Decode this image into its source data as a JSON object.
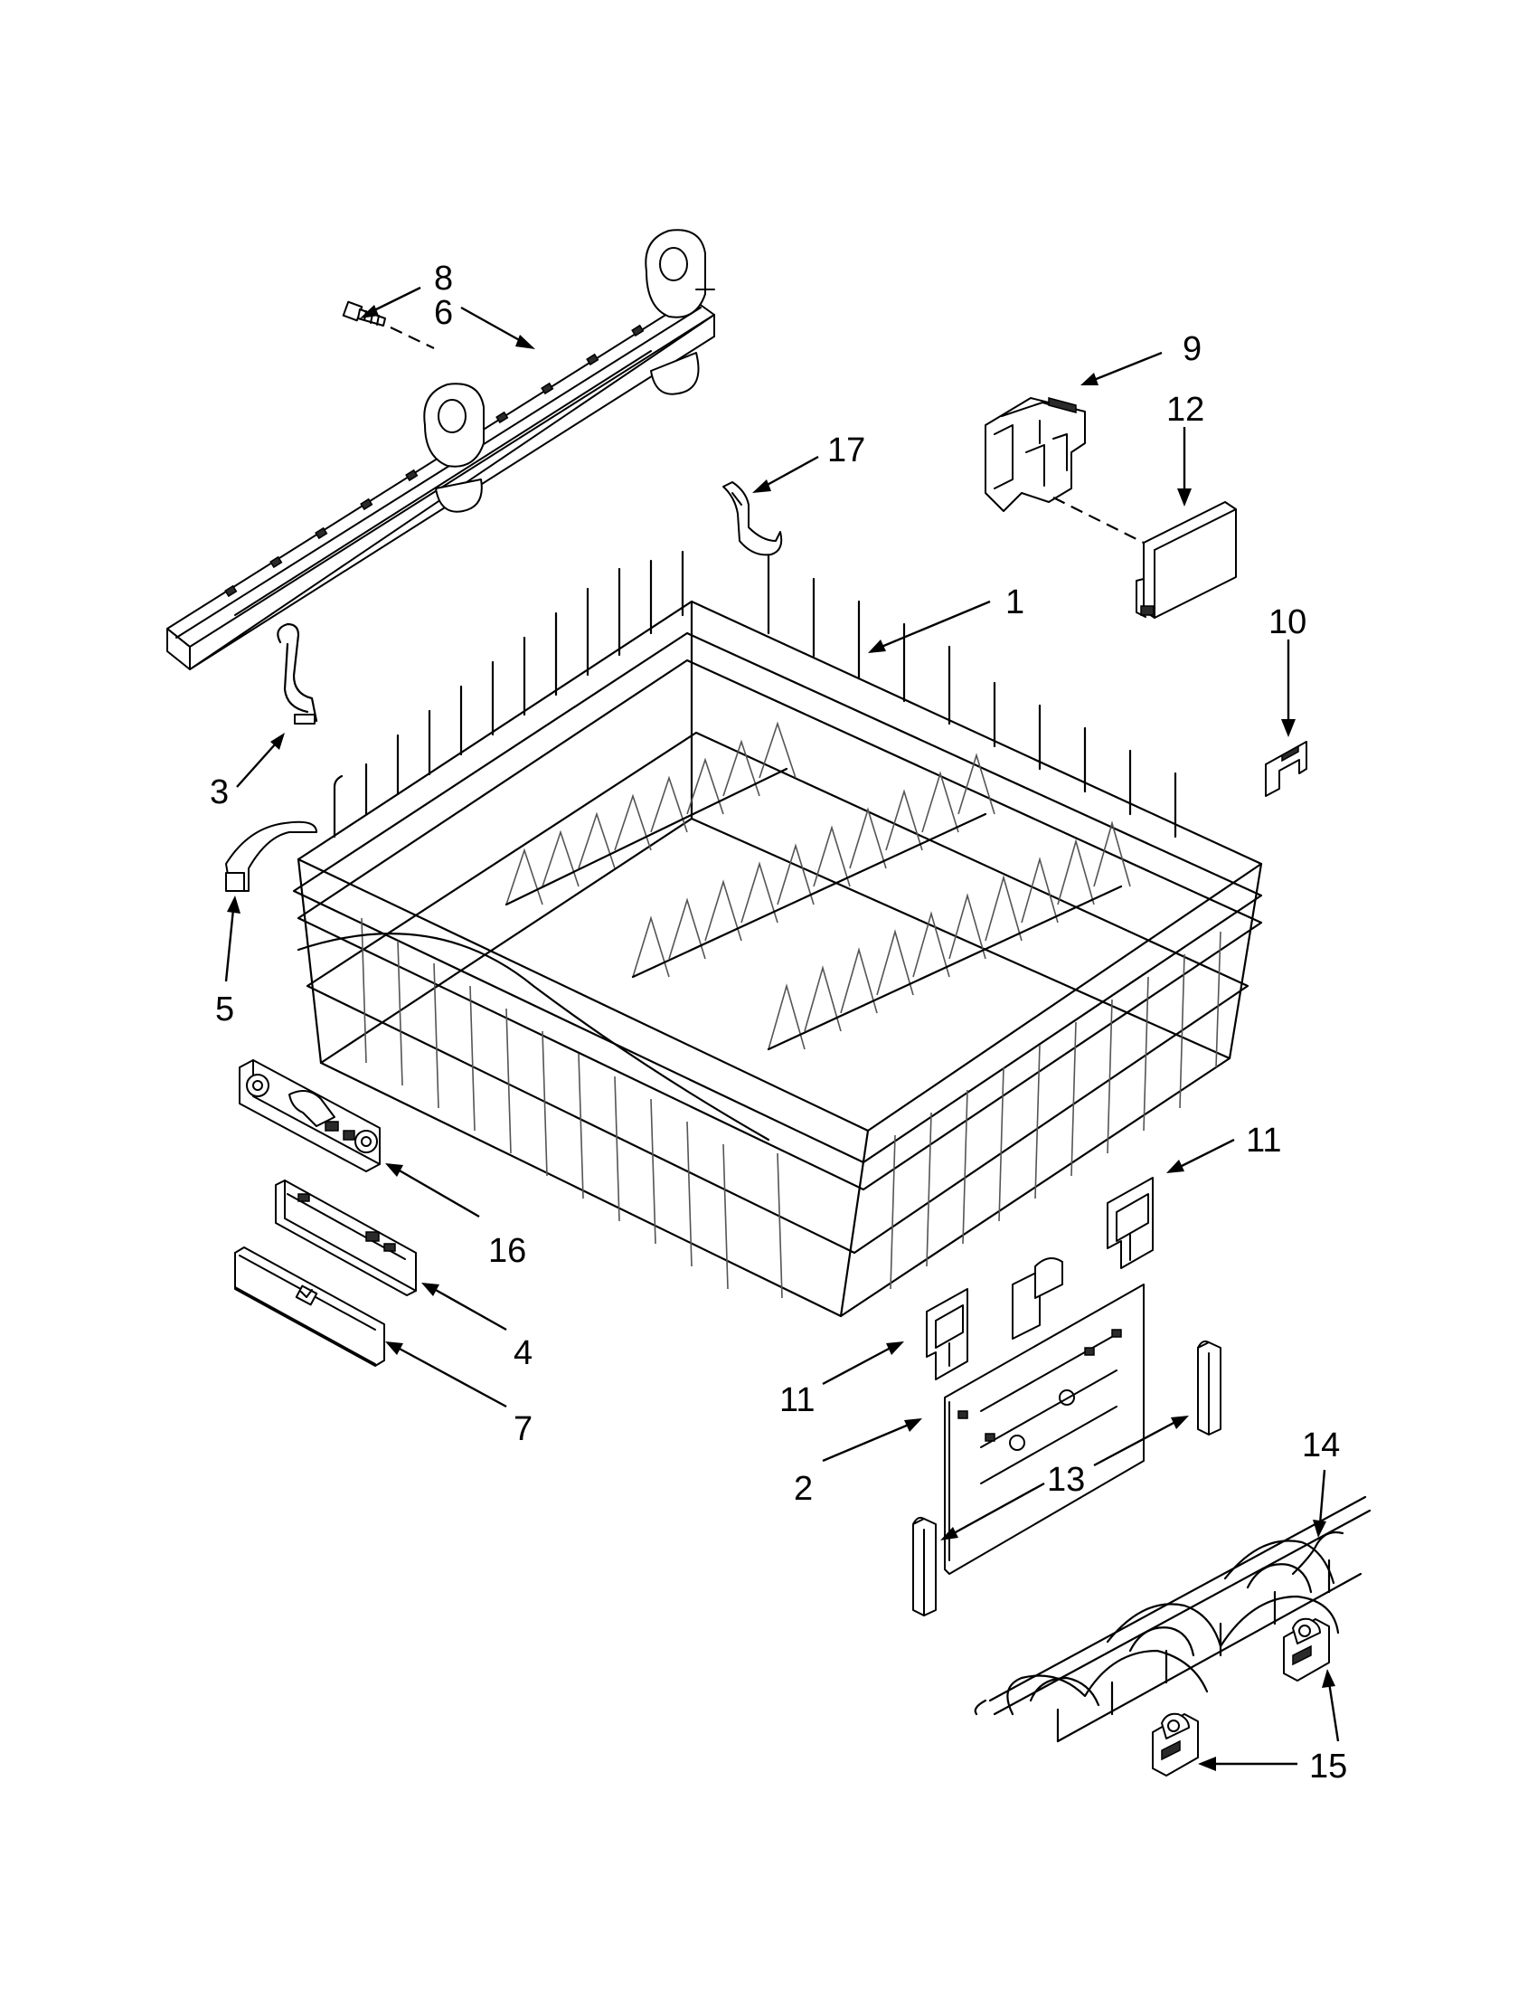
{
  "diagram": {
    "callouts": [
      "1",
      "2",
      "3",
      "4",
      "5",
      "6",
      "7",
      "8",
      "9",
      "10",
      "11",
      "11",
      "12",
      "13",
      "14",
      "15",
      "16",
      "17"
    ]
  }
}
